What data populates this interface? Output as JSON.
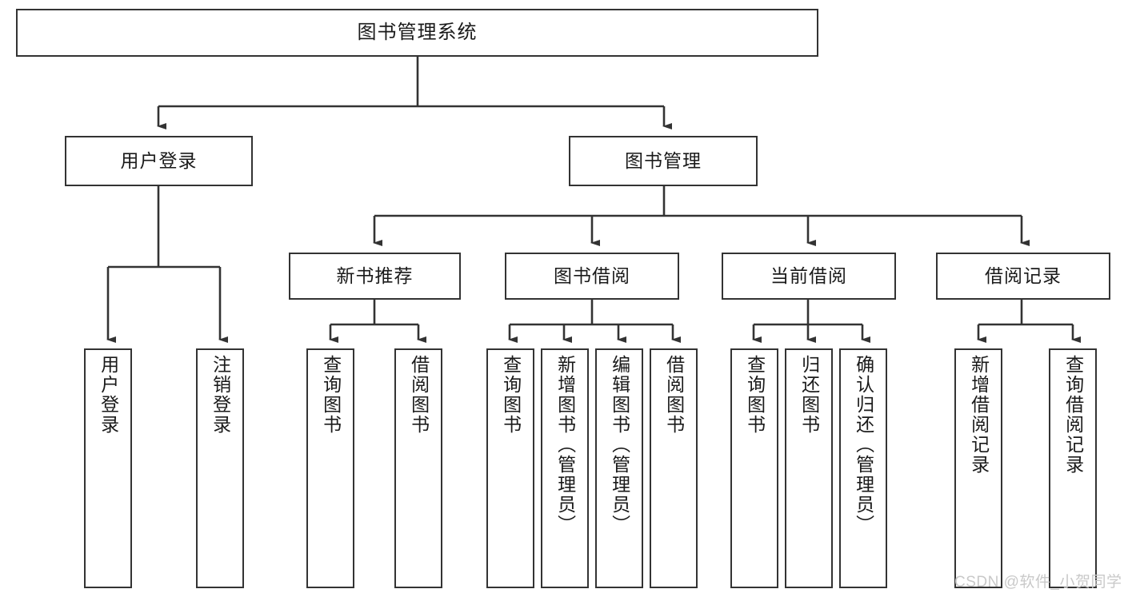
{
  "diagram": {
    "title": "图书管理系统",
    "type": "hierarchy-tree",
    "levels": 4,
    "nodes": {
      "root": {
        "label": "图书管理系统"
      },
      "l2": [
        {
          "id": "user-login",
          "label": "用户登录"
        },
        {
          "id": "book-manage",
          "label": "图书管理"
        }
      ],
      "l3": [
        {
          "id": "new-book-recommend",
          "label": "新书推荐"
        },
        {
          "id": "book-borrow",
          "label": "图书借阅"
        },
        {
          "id": "current-borrow",
          "label": "当前借阅"
        },
        {
          "id": "borrow-record",
          "label": "借阅记录"
        }
      ],
      "leaves": {
        "user_login": [
          {
            "id": "leaf-user-login",
            "label": "用户登录"
          },
          {
            "id": "leaf-logout-login",
            "label": "注销登录"
          }
        ],
        "new_book_recommend": [
          {
            "id": "leaf-query-book-1",
            "label": "查询图书"
          },
          {
            "id": "leaf-borrow-book-1",
            "label": "借阅图书"
          }
        ],
        "book_borrow": [
          {
            "id": "leaf-query-book-2",
            "label": "查询图书"
          },
          {
            "id": "leaf-add-book",
            "label": "新增图书（管理员）"
          },
          {
            "id": "leaf-edit-book",
            "label": "编辑图书（管理员）"
          },
          {
            "id": "leaf-borrow-book-2",
            "label": "借阅图书"
          }
        ],
        "current_borrow": [
          {
            "id": "leaf-query-book-3",
            "label": "查询图书"
          },
          {
            "id": "leaf-return-book",
            "label": "归还图书"
          },
          {
            "id": "leaf-confirm-return",
            "label": "确认归还（管理员）"
          }
        ],
        "borrow_record": [
          {
            "id": "leaf-add-record",
            "label": "新增借阅记录"
          },
          {
            "id": "leaf-query-record",
            "label": "查询借阅记录"
          }
        ]
      }
    },
    "colors": {
      "box_border": "#333333",
      "box_fill": "#ffffff",
      "connector": "#333333",
      "text": "#1a1a1a",
      "watermark": "#c9c9c9",
      "background": "#ffffff"
    }
  },
  "watermark": {
    "text": "CSDN @软件_小贺同学"
  }
}
